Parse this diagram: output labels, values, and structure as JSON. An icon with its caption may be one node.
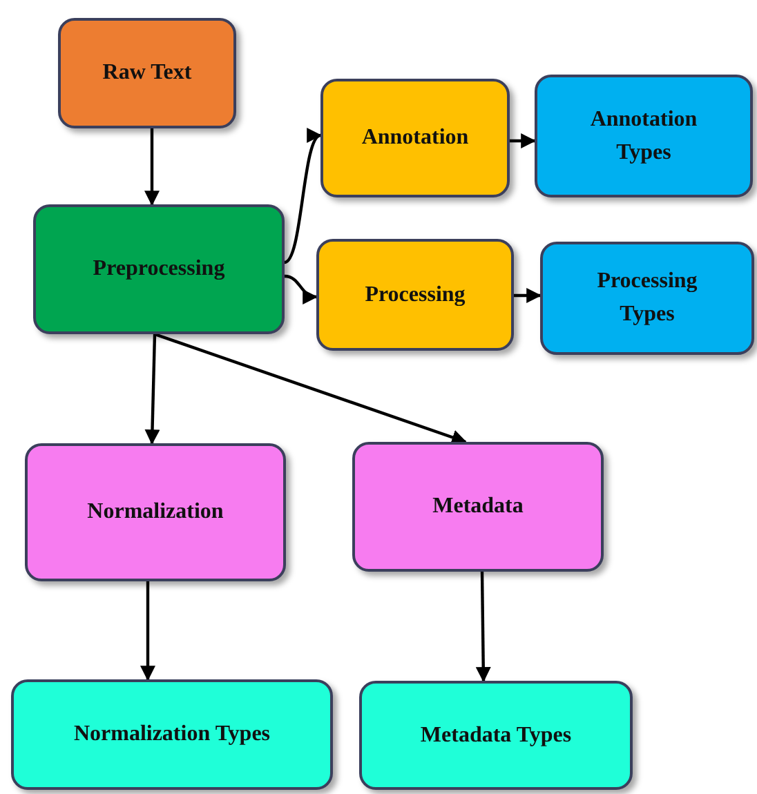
{
  "diagram": {
    "nodes": [
      {
        "text": [
          "Raw Text"
        ]
      },
      {
        "text": [
          "Preprocessing"
        ]
      },
      {
        "text": [
          "Annotation"
        ]
      },
      {
        "text": [
          "Annotation Types"
        ]
      },
      {
        "text": [
          "Processing"
        ]
      },
      {
        "text": [
          "Processing Types"
        ]
      },
      {
        "text": [
          "Normalization"
        ]
      },
      {
        "text": [
          "Metadata"
        ]
      },
      {
        "text": [
          "Normalization Types"
        ]
      },
      {
        "text": [
          "Metadata Types"
        ]
      }
    ],
    "edges": [
      {
        "from": 0,
        "to": 1,
        "arrow": "to"
      },
      {
        "from": 1,
        "to": 2,
        "arrow": "to"
      },
      {
        "from": 1,
        "to": 4,
        "arrow": "to"
      },
      {
        "from": 2,
        "to": 3,
        "arrow": "to"
      },
      {
        "from": 4,
        "to": 5,
        "arrow": "to"
      },
      {
        "from": 1,
        "to": 6,
        "arrow": "to"
      },
      {
        "from": 1,
        "to": 7,
        "arrow": "to"
      },
      {
        "from": 6,
        "to": 8,
        "arrow": "to"
      },
      {
        "from": 7,
        "to": 9,
        "arrow": "to"
      }
    ]
  }
}
